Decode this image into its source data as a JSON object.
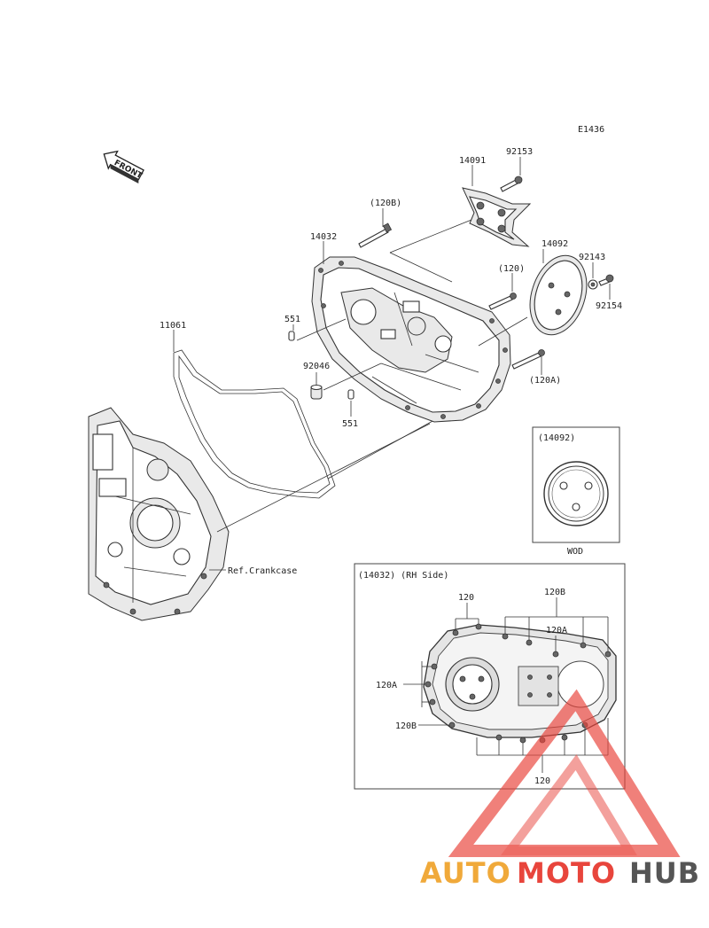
{
  "diagram_code": "E1436",
  "front_label": "FRONT",
  "labels": {
    "p92153": "92153",
    "p14091": "14091",
    "p120b_paren": "(120B)",
    "p14032": "14032",
    "p14092": "14092",
    "p92143": "92143",
    "p120_paren": "(120)",
    "p92154": "92154",
    "p11061": "11061",
    "p551_top": "551",
    "p92046": "92046",
    "p551_bottom": "551",
    "p120a_paren": "(120A)",
    "ref_crankcase": "Ref.Crankcase"
  },
  "inset_14092": {
    "title": "(14092)",
    "note": "WOD"
  },
  "inset_14032": {
    "title": "(14032)  (RH Side)",
    "l120_top": "120",
    "l120b_top": "120B",
    "l120a_right": "120A",
    "l120a_left": "120A",
    "l120b_left": "120B",
    "l120_bottom": "120"
  },
  "watermark": {
    "part1": "AUTO",
    "part2": "MOTO",
    "part3": "HUB",
    "colors": {
      "orange": "#f0a93a",
      "red": "#e8453c",
      "gray": "#555555"
    }
  }
}
